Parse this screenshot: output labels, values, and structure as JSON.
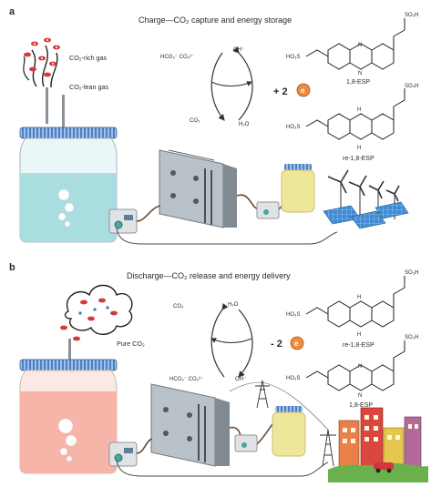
{
  "panel_a": {
    "label": "a",
    "title": "Charge—CO₂ capture and energy storage",
    "co2_rich_gas": "CO₂-rich gas",
    "co2_lean_gas": "CO₂-lean gas",
    "cycle_top_left": "HCO₃⁻  CO₃²⁻",
    "cycle_top_right": "OH⁻",
    "cycle_bottom_left": "CO₂",
    "cycle_bottom_right": "H₂O",
    "electrons_sign": "+ 2",
    "electron": "e",
    "molecule_top_label": "1,8-ESP",
    "molecule_bottom_label": "re-1,8-ESP",
    "so3h": "SO₃H",
    "ho3s": "HO₃S",
    "n": "N",
    "h": "H"
  },
  "panel_b": {
    "label": "b",
    "title": "Discharge—CO₂ release and energy delivery",
    "pure_co2": "Pure CO₂",
    "cycle_top_left": "CO₃",
    "cycle_top_right": "H₂O",
    "cycle_bottom_left": "HCO₃⁻  CO₃²⁻",
    "cycle_bottom_right": "OH⁻",
    "electrons_sign": "- 2",
    "electron": "e",
    "molecule_top_label": "re-1,8-ESP",
    "molecule_bottom_label": "1,8-ESP",
    "so3h": "SO₃H",
    "ho3s": "HO₃S",
    "n": "N",
    "h": "H"
  },
  "colors": {
    "capture_liquid": "#a9dde0",
    "release_liquid": "#f6b5a8",
    "lid": "#5e8fc9",
    "electrolyte": "#eee79a",
    "stack": "#7d8790",
    "electron_badge": "#f08a3c",
    "gas_red": "#d63a3a",
    "solar_blue": "#3f8bd3"
  }
}
